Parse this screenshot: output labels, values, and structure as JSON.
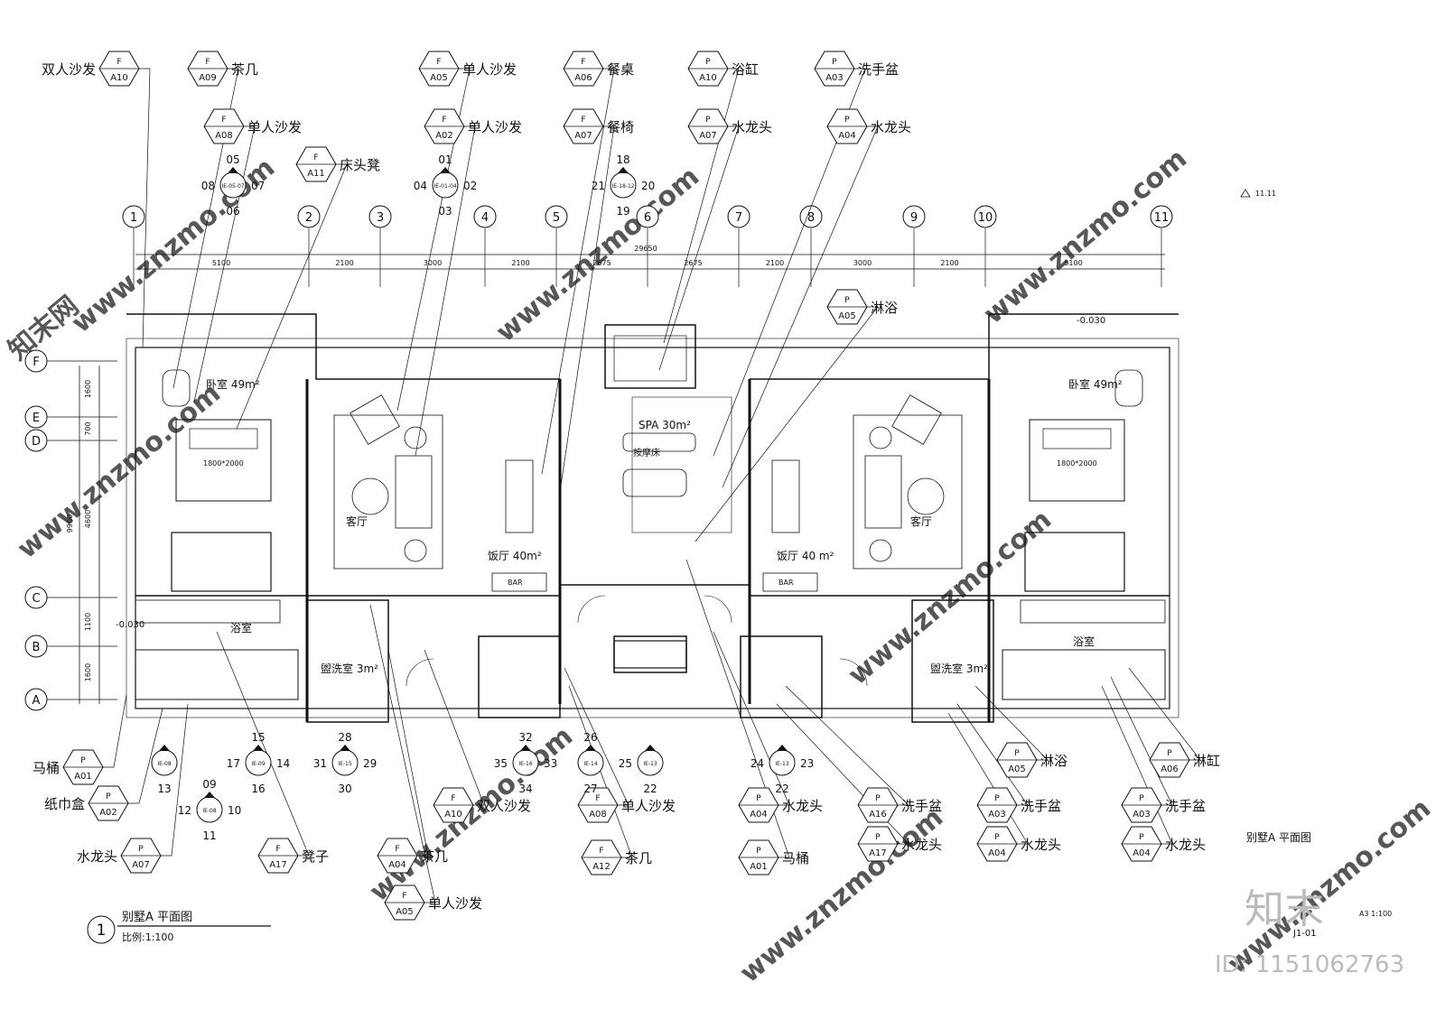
{
  "drawing": {
    "title": "别墅A  平面图",
    "number": "1",
    "scale": "比例:1:100",
    "side_title": "别墅A  平面图",
    "sheet": "J1-01",
    "paper": "A3 1:100",
    "elevation_mark": "11.11",
    "level_top_right": "-0.030",
    "level_left": "-0.030"
  },
  "watermark": {
    "brand": "知末",
    "id_text": "ID: 1151062763",
    "url": "www.znzmo.com",
    "site": "知末网"
  },
  "axes": {
    "columns": [
      "1",
      "2",
      "3",
      "4",
      "5",
      "6",
      "7",
      "8",
      "9",
      "10",
      "11"
    ],
    "rows": [
      "F",
      "E",
      "D",
      "C",
      "B",
      "A"
    ],
    "total": "29650",
    "dims": [
      "5100",
      "2100",
      "3000",
      "2100",
      "2675",
      "2675",
      "2100",
      "3000",
      "2100",
      "5100"
    ],
    "row_dims": [
      "1600",
      "700",
      "4600",
      "1100",
      "1600"
    ],
    "row_total": "9900"
  },
  "rooms": [
    {
      "id": "bedroom-left",
      "label": "卧室 49m²"
    },
    {
      "id": "bedroom-right",
      "label": "卧室 49m²"
    },
    {
      "id": "living-left",
      "label": "客厅"
    },
    {
      "id": "living-right",
      "label": "客厅"
    },
    {
      "id": "dining-left",
      "label": "饭厅 40m²"
    },
    {
      "id": "dining-right",
      "label": "饭厅 40  m²"
    },
    {
      "id": "spa",
      "label": "SPA 30m²"
    },
    {
      "id": "massage",
      "label": "按摩床"
    },
    {
      "id": "bath-left",
      "label": "浴室"
    },
    {
      "id": "bath-right",
      "label": "浴室"
    },
    {
      "id": "wash-left",
      "label": "盥洗室 3m²"
    },
    {
      "id": "wash-right",
      "label": "盥洗室 3m²"
    },
    {
      "id": "bed-left",
      "label": "1800*2000"
    },
    {
      "id": "bed-right",
      "label": "1800*2000"
    },
    {
      "id": "bar-left",
      "label": "BAR"
    },
    {
      "id": "bar-right",
      "label": "BAR"
    }
  ],
  "tags": [
    {
      "top": "F",
      "code": "A10",
      "label": "双人沙发"
    },
    {
      "top": "F",
      "code": "A09",
      "label": "茶几"
    },
    {
      "top": "F",
      "code": "A08",
      "label": "单人沙发"
    },
    {
      "top": "F",
      "code": "A11",
      "label": "床头凳"
    },
    {
      "top": "F",
      "code": "A05",
      "label": "单人沙发"
    },
    {
      "top": "F",
      "code": "A02",
      "label": "单人沙发"
    },
    {
      "top": "F",
      "code": "A06",
      "label": "餐桌"
    },
    {
      "top": "F",
      "code": "A07",
      "label": "餐椅"
    },
    {
      "top": "P",
      "code": "A10",
      "label": "浴缸"
    },
    {
      "top": "P",
      "code": "A07",
      "label": "水龙头"
    },
    {
      "top": "P",
      "code": "A03",
      "label": "洗手盆"
    },
    {
      "top": "P",
      "code": "A04",
      "label": "水龙头"
    },
    {
      "top": "P",
      "code": "A05",
      "label": "淋浴"
    },
    {
      "top": "P",
      "code": "A01",
      "label": "马桶"
    },
    {
      "top": "P",
      "code": "A02",
      "label": "纸巾盒"
    },
    {
      "top": "P",
      "code": "A07",
      "label": "水龙头"
    },
    {
      "top": "F",
      "code": "A17",
      "label": "凳子"
    },
    {
      "top": "F",
      "code": "A04",
      "label": "茶几"
    },
    {
      "top": "F",
      "code": "A05",
      "label": "单人沙发"
    },
    {
      "top": "F",
      "code": "A10",
      "label": "双人沙发"
    },
    {
      "top": "F",
      "code": "A08",
      "label": "单人沙发"
    },
    {
      "top": "F",
      "code": "A12",
      "label": "茶几"
    },
    {
      "top": "P",
      "code": "A04",
      "label": "水龙头"
    },
    {
      "top": "P",
      "code": "A01",
      "label": "马桶"
    },
    {
      "top": "P",
      "code": "A16",
      "label": "洗手盆"
    },
    {
      "top": "P",
      "code": "A17",
      "label": "水龙头"
    },
    {
      "top": "P",
      "code": "A05",
      "label": "淋浴"
    },
    {
      "top": "P",
      "code": "A03",
      "label": "洗手盆"
    },
    {
      "top": "P",
      "code": "A04",
      "label": "水龙头"
    },
    {
      "top": "P",
      "code": "A06",
      "label": "淋缸"
    },
    {
      "top": "P",
      "code": "A03",
      "label": "洗手盆"
    },
    {
      "top": "P",
      "code": "A04",
      "label": "水龙头"
    }
  ],
  "elev_marks": [
    {
      "code": "IE-05-07",
      "n": "05",
      "w": "08",
      "e": "07",
      "s": "06"
    },
    {
      "code": "IE-01-04",
      "n": "01",
      "w": "04",
      "e": "02",
      "s": "03"
    },
    {
      "code": "IE-18-12",
      "n": "18",
      "w": "21",
      "e": "20",
      "s": "19"
    },
    {
      "code": "IE-08",
      "s": "13"
    },
    {
      "code": "IE-09",
      "n": "15",
      "w": "17",
      "e": "14",
      "s": "16"
    },
    {
      "code": "IE-08",
      "n": "09",
      "w": "12",
      "e": "10",
      "s": "11"
    },
    {
      "code": "IE-15",
      "n": "28",
      "w": "31",
      "e": "29",
      "s": "30"
    },
    {
      "code": "IE-16",
      "n": "32",
      "w": "35",
      "e": "33",
      "s": "34"
    },
    {
      "code": "IE-14",
      "n": "26",
      "s": "27"
    },
    {
      "code": "IE-13",
      "w": "25",
      "s": "22"
    },
    {
      "code": "IE-13",
      "w": "24",
      "e": "23",
      "s": "22"
    }
  ]
}
